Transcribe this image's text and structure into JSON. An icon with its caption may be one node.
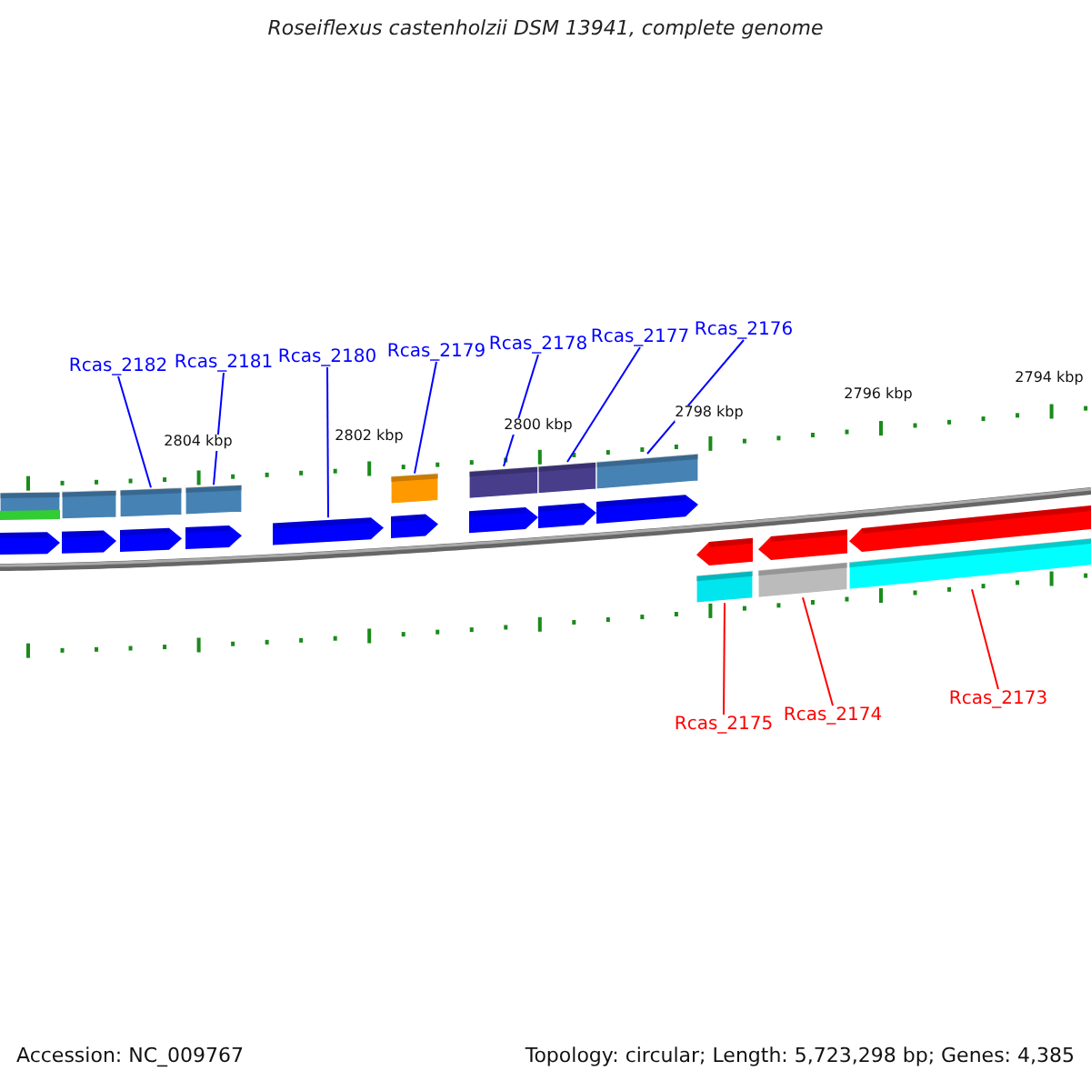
{
  "diagram": {
    "title": "Roseiflexus castenholzii DSM 13941, complete genome",
    "nodes": [
      {
        "text": [
          "Rcas_2182"
        ]
      },
      {
        "text": [
          "Rcas_2181"
        ]
      },
      {
        "text": [
          "Rcas_2180"
        ]
      },
      {
        "text": [
          "Rcas_2179"
        ]
      },
      {
        "text": [
          "Rcas_2178"
        ]
      },
      {
        "text": [
          "Rcas_2177"
        ]
      },
      {
        "text": [
          "Rcas_2176"
        ]
      },
      {
        "text": [],
        "shape": "box"
      },
      {
        "text": [],
        "shape": "box"
      },
      {
        "text": [],
        "shape": "box"
      },
      {
        "text": [],
        "shape": "box"
      },
      {
        "text": [],
        "shape": "box"
      },
      {
        "text": [],
        "shape": "box"
      },
      {
        "text": [],
        "shape": "box"
      },
      {
        "text": [],
        "shape": "box"
      },
      {
        "text": [],
        "shape": "box"
      },
      {
        "text": [],
        "shape": "box"
      },
      {
        "text": [],
        "shape": "box"
      },
      {
        "text": [],
        "shape": "box"
      },
      {
        "text": [
          "Rcas_2173"
        ]
      },
      {
        "text": [
          "Rcas_2174"
        ]
      },
      {
        "text": [
          "Rcas_2175"
        ]
      }
    ],
    "edges": [
      {
        "from": 0,
        "to": 9,
        "arrow": "none"
      },
      {
        "from": 1,
        "to": 10,
        "arrow": "none"
      },
      {
        "from": 2,
        "to": 11,
        "arrow": "none"
      },
      {
        "from": 3,
        "to": 12,
        "arrow": "none"
      },
      {
        "from": 4,
        "to": 13,
        "arrow": "none"
      },
      {
        "from": 5,
        "to": 14,
        "arrow": "none"
      },
      {
        "from": 6,
        "to": 15,
        "arrow": "none"
      },
      {
        "from": 21,
        "to": 16,
        "arrow": "none",
        "color": "#ff0000"
      },
      {
        "from": 20,
        "to": 17,
        "arrow": "none",
        "color": "#ff0000"
      },
      {
        "from": 19,
        "to": 18,
        "arrow": "none",
        "color": "#ff0000"
      }
    ],
    "labels": [
      "2794 kbp",
      "2796 kbp",
      "2798 kbp",
      "2800 kbp",
      "2802 kbp",
      "2804 kbp",
      "Accession: NC_009767",
      "Topology: circular; Length: 5,723,298 bp; Genes: 4,385"
    ]
  }
}
